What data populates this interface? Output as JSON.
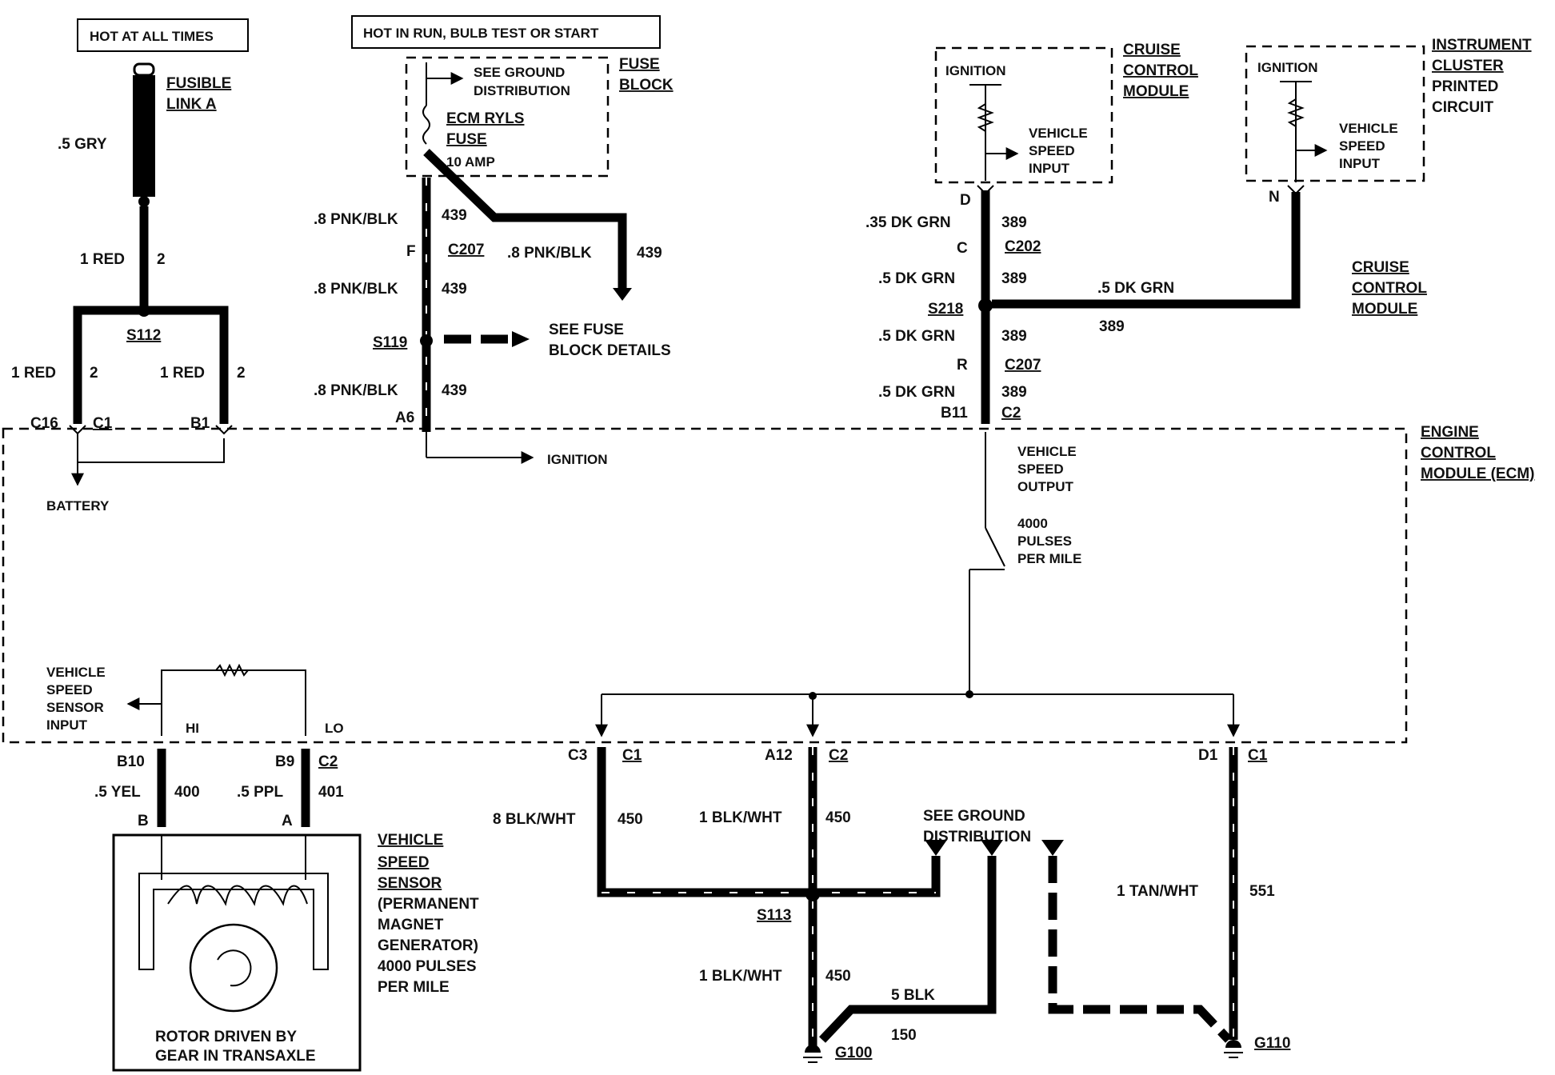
{
  "boxes": {
    "hot_at_all_times": "HOT AT ALL TIMES",
    "hot_in_run": "HOT IN RUN, BULB TEST OR START"
  },
  "fusible_link": {
    "title_line1": "FUSIBLE",
    "title_line2": "LINK A",
    "wire": ".5 GRY"
  },
  "fuse_block": {
    "title_line1": "FUSE",
    "title_line2": "BLOCK",
    "ground_ref_line1": "SEE GROUND",
    "ground_ref_line2": "DISTRIBUTION",
    "fuse_name_line1": "ECM RYLS",
    "fuse_name_line2": "FUSE",
    "fuse_rating": "10 AMP"
  },
  "cruise_module_top": {
    "title_line1": "CRUISE",
    "title_line2": "CONTROL",
    "title_line3": "MODULE",
    "ignition": "IGNITION",
    "vss_line1": "VEHICLE",
    "vss_line2": "SPEED",
    "vss_line3": "INPUT"
  },
  "instrument_cluster": {
    "title_line1": "INSTRUMENT",
    "title_line2": "CLUSTER",
    "title_line3": "PRINTED",
    "title_line4": "CIRCUIT",
    "ignition": "IGNITION",
    "vss_line1": "VEHICLE",
    "vss_line2": "SPEED",
    "vss_line3": "INPUT"
  },
  "cruise_module_right": {
    "title_line1": "CRUISE",
    "title_line2": "CONTROL",
    "title_line3": "MODULE"
  },
  "ecm": {
    "title_line1": "ENGINE",
    "title_line2": "CONTROL",
    "title_line3": "MODULE (ECM)",
    "battery": "BATTERY",
    "ignition": "IGNITION",
    "vso_line1": "VEHICLE",
    "vso_line2": "SPEED",
    "vso_line3": "OUTPUT",
    "pulses_line1": "4000",
    "pulses_line2": "PULSES",
    "pulses_line3": "PER MILE",
    "vssi_line1": "VEHICLE",
    "vssi_line2": "SPEED",
    "vssi_line3": "SENSOR",
    "vssi_line4": "INPUT",
    "hi": "HI",
    "lo": "LO"
  },
  "wires": {
    "red_1": "1 RED",
    "red_2": "2",
    "red_left": "1 RED",
    "red_left_num": "2",
    "red_right": "1 RED",
    "red_right_num": "2",
    "s112": "S112",
    "c16": "C16",
    "c1_top": "C1",
    "b1": "B1",
    "pnk1": ".8 PNK/BLK",
    "pnk1_num": "439",
    "pnk_f": "F",
    "c207_left": "C207",
    "pnk_branch": ".8 PNK/BLK",
    "pnk_branch_num": "439",
    "pnk2": ".8 PNK/BLK",
    "pnk2_num": "439",
    "s119": "S119",
    "fuse_details_line1": "SEE FUSE",
    "fuse_details_line2": "BLOCK DETAILS",
    "pnk3": ".8 PNK/BLK",
    "pnk3_num": "439",
    "a6": "A6",
    "d": "D",
    "grn1": ".35 DK GRN",
    "grn1_num": "389",
    "c": "C",
    "c202": "C202",
    "grn2": ".5 DK GRN",
    "grn2_num": "389",
    "s218": "S218",
    "grn_branch": ".5 DK GRN",
    "grn_branch_num": "389",
    "n": "N",
    "grn3": ".5 DK GRN",
    "grn3_num": "389",
    "r": "R",
    "c207_right": "C207",
    "grn4": ".5 DK GRN",
    "grn4_num": "389",
    "b11": "B11",
    "c2_top": "C2",
    "b10": "B10",
    "b9": "B9",
    "c2_bottom_left": "C2",
    "yel": ".5 YEL",
    "yel_num": "400",
    "ppl": ".5 PPL",
    "ppl_num": "401",
    "b": "B",
    "a": "A",
    "c3": "C3",
    "c1_c3": "C1",
    "a12": "A12",
    "c2_a12": "C2",
    "d1": "D1",
    "c1_d1": "C1",
    "blk_left": "8 BLK/WHT",
    "blk_left_num": "450",
    "blk_mid": "1 BLK/WHT",
    "blk_mid_num": "450",
    "s113": "S113",
    "blk_low": "1 BLK/WHT",
    "blk_low_num": "450",
    "blk5": "5 BLK",
    "blk5_num": "150",
    "g100": "G100",
    "g110": "G110",
    "tan": "1 TAN/WHT",
    "tan_num": "551",
    "ground_ref_line1": "SEE GROUND",
    "ground_ref_line2": "DISTRIBUTION"
  },
  "vss": {
    "title_line1": "VEHICLE",
    "title_line2": "SPEED",
    "title_line3": "SENSOR",
    "desc_line1": "(PERMANENT",
    "desc_line2": "MAGNET",
    "desc_line3": "GENERATOR)",
    "desc_line4": "4000 PULSES",
    "desc_line5": "PER MILE",
    "rotor_line1": "ROTOR DRIVEN BY",
    "rotor_line2": "GEAR IN TRANSAXLE"
  }
}
